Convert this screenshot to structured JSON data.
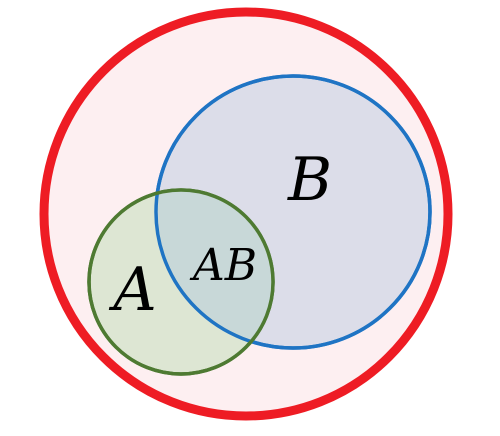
{
  "diagram": {
    "type": "venn",
    "colors": {
      "universe_stroke": "#ee1c24",
      "universe_fill": "#fdeff1",
      "set_a_stroke": "#4e7a32",
      "set_a_fill": "#dde6d3",
      "set_b_stroke": "#1f74c4",
      "set_b_fill": "#dcdde9",
      "overlap_fill": "#c8d8d8"
    },
    "labels": {
      "a": "A",
      "b": "B",
      "ab": "AB"
    }
  }
}
